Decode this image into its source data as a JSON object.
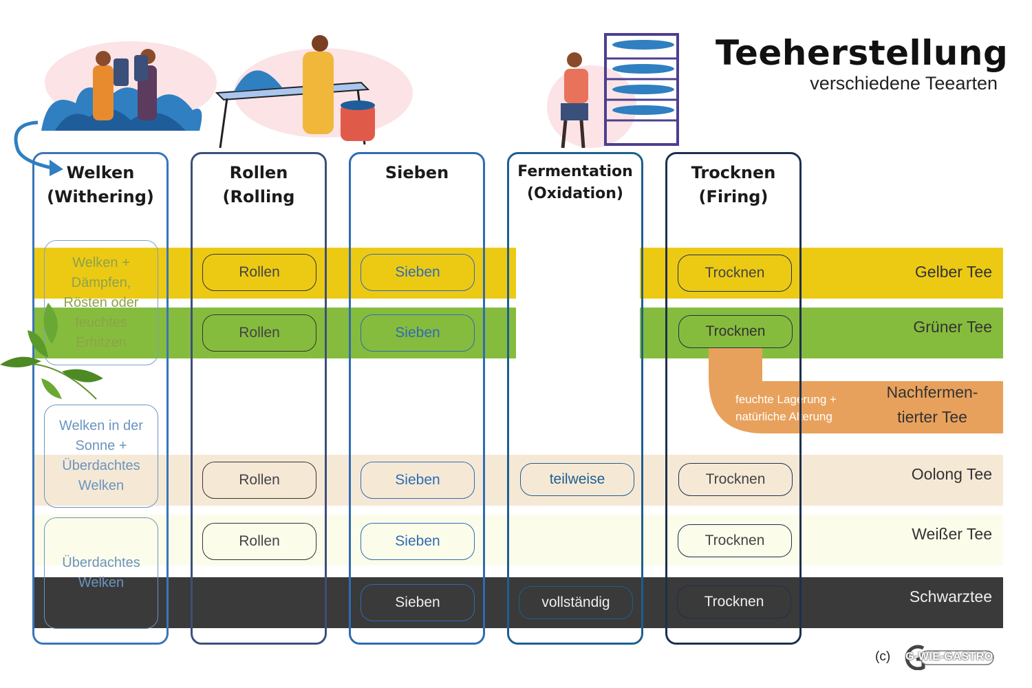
{
  "title": "Teeherstellung",
  "subtitle": "verschiedene Teearten",
  "columns": [
    {
      "line1": "Welken",
      "line2": "(Withering)",
      "color": "#3a75b8"
    },
    {
      "line1": "Rollen",
      "line2": "(Rolling",
      "color": "#3d4f7a"
    },
    {
      "line1": "Sieben",
      "line2": "",
      "color": "#2f6bb3"
    },
    {
      "line1": "Fermentation",
      "line2": "(Oxidation)",
      "color": "#1d5f8e"
    },
    {
      "line1": "Trocknen",
      "line2": "(Firing)",
      "color": "#1d2f4e"
    }
  ],
  "rows": [
    {
      "label": "Gelber Tee",
      "color": "#ecca14"
    },
    {
      "label": "Grüner Tee",
      "color": "#86bc3d"
    },
    {
      "label": "Nachfermen-",
      "label2": "tierter Tee",
      "color": "#e8a15c"
    },
    {
      "label": "Oolong Tee",
      "color": "#f5e9d6"
    },
    {
      "label": "Weißer Tee",
      "color": "#fbfcea"
    },
    {
      "label": "Schwarztee",
      "color": "#3a3a3a"
    }
  ],
  "withering": {
    "box1_lines": [
      "Welken +",
      "Dämpfen,",
      "Rösten oder",
      "feuchtes",
      "Erhitzen"
    ],
    "box2_lines": [
      "Welken in der",
      "Sonne +",
      "Überdachtes",
      "Welken"
    ],
    "box3_lines": [
      "Überdachtes",
      "Welken"
    ]
  },
  "cells": {
    "rollen": "Rollen",
    "sieben": "Sieben",
    "trocknen": "Trocknen",
    "teilweise": "teilweise",
    "vollstaendig": "vollständig"
  },
  "nachferment_note": [
    "feuchte Lagerung +",
    "natürliche Alterung"
  ],
  "copyright": "(c)",
  "logo_text": "G-WIE-GASTRO"
}
